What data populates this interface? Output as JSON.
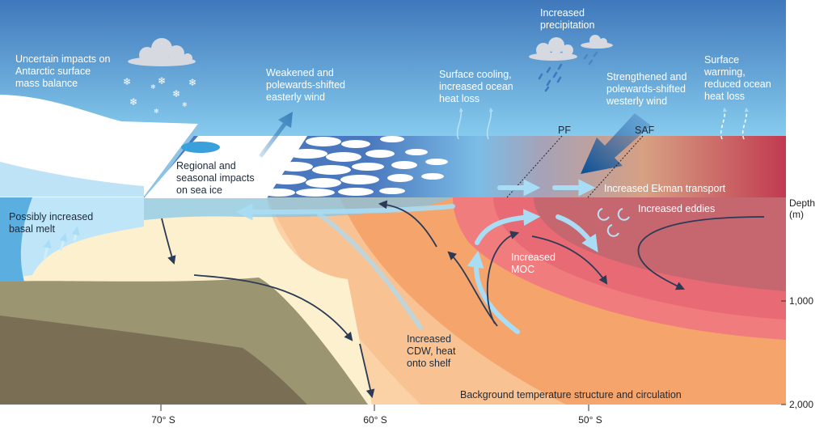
{
  "labels": {
    "surface_mass_balance": [
      "Uncertain impacts on",
      "Antarctic surface",
      "mass balance"
    ],
    "easterly_wind": [
      "Weakened and",
      "polewards-shifted",
      "easterly wind"
    ],
    "precipitation": [
      "Increased",
      "precipitation"
    ],
    "surface_cooling": [
      "Surface cooling,",
      "increased ocean",
      "heat loss"
    ],
    "westerly_wind": [
      "Strengthened and",
      "polewards-shifted",
      "westerly wind"
    ],
    "surface_warming": [
      "Surface",
      "warming,",
      "reduced ocean",
      "heat loss"
    ],
    "sea_ice": [
      "Regional and",
      "seasonal impacts",
      "on sea ice"
    ],
    "pf": "PF",
    "saf": "SAF",
    "ekman": "Increased Ekman transport",
    "basal_melt": [
      "Possibly increased",
      "basal melt"
    ],
    "eddies": "Increased eddies",
    "moc": [
      "Increased",
      "MOC"
    ],
    "cdw": [
      "Increased",
      "CDW, heat",
      "onto shelf"
    ],
    "background": "Background temperature structure and circulation"
  },
  "axes": {
    "depth_title": [
      "Depth",
      "(m)"
    ],
    "depth_ticks": [
      "1,000",
      "2,000"
    ],
    "lat_ticks": [
      "70° S",
      "60° S",
      "50° S"
    ]
  },
  "colors": {
    "sky_top": "#3f78bb",
    "sky_bottom": "#86cbee",
    "warm_water": "#c13a50",
    "cold_water": "#4a78be",
    "land": "#9b9572"
  }
}
